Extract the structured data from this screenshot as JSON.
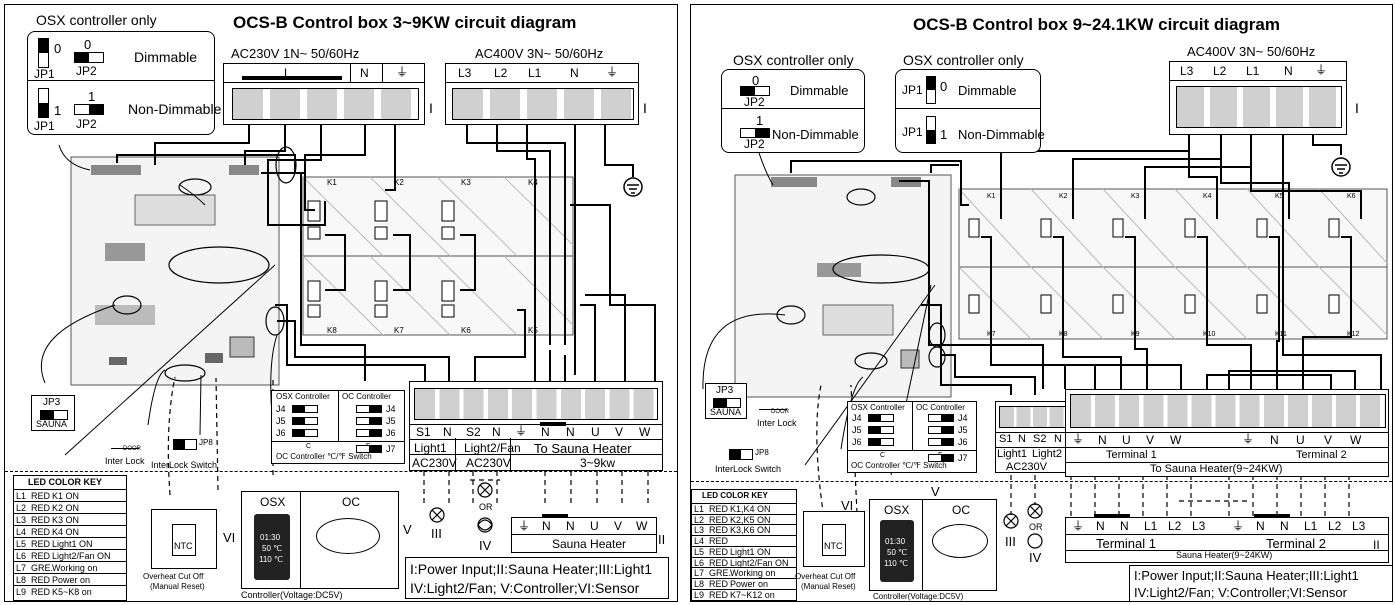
{
  "left": {
    "title": "OCS-B Control  box  3~9KW circuit diagram",
    "osx_only": "OSX controller only",
    "jp_dim_num": "0",
    "jp_nondim_num": "1",
    "jp2_dim_num": "0",
    "jp2_nondim_num": "1",
    "jp1": "JP1",
    "jp2": "JP2",
    "dimmable": "Dimmable",
    "non_dimmable": "Non-Dimmable",
    "ac230": "AC230V  1N~ 50/60Hz",
    "ac400": "AC400V  3N~ 50/60Hz",
    "in230": [
      "L",
      "N",
      "⏚"
    ],
    "in400": [
      "L3",
      "L2",
      "L1",
      "N",
      "⏚"
    ],
    "roman_i": "I",
    "roman_ii": "II",
    "roman_iii": "III",
    "roman_iv": "IV",
    "roman_v": "V",
    "roman_vi": "VI",
    "relays": [
      "K1",
      "K2",
      "K3",
      "K4",
      "K8",
      "K7",
      "K6",
      "K5"
    ],
    "jp3": "JP3",
    "sauna": "SAUNA",
    "door": "DOOR",
    "interlock": "Inter Lock",
    "jp8": "JP8",
    "interlock_switch": "InterLock Switch",
    "osx_controller": "OSX Controller",
    "oc_controller": "OC Controller",
    "j4": "J4",
    "j5": "J5",
    "j6": "J6",
    "j7": "J7",
    "cf_switch": "OC  Controller ℃/℉ Switch",
    "cf_c": "C",
    "cf_f": "F",
    "out_terms": [
      "S1",
      "N",
      "S2",
      "N",
      "⏚",
      "N",
      "N",
      "U",
      "V",
      "W"
    ],
    "light1": "Light1",
    "light2fan": "Light2/Fan",
    "to_heater": "To Sauna Heater",
    "ac230v": "AC230V",
    "kw": "3~9kw",
    "or": "OR",
    "heater_terms": [
      "⏚",
      "N",
      "N",
      "U",
      "V",
      "W"
    ],
    "sauna_heater": "Sauna Heater",
    "led_key_title": "LED COLOR KEY",
    "led_rows": [
      [
        "L1",
        "RED",
        "K1  ON"
      ],
      [
        "L2",
        "RED",
        "K2  ON"
      ],
      [
        "L3",
        "RED",
        "K3  ON"
      ],
      [
        "L4",
        "RED",
        "K4  ON"
      ],
      [
        "L5",
        "RED",
        "Light1  ON"
      ],
      [
        "L6",
        "RED",
        "Light2/Fan  ON"
      ],
      [
        "L7",
        "GRE.",
        "Working  on"
      ],
      [
        "L8",
        "RED",
        "Power  on"
      ],
      [
        "L9",
        "RED",
        "K5~K8  on"
      ]
    ],
    "ntc": "NTC",
    "overheat": "Overheat Cut Off",
    "manual_reset": "(Manual Reset)",
    "osx": "OSX",
    "oc": "OC",
    "screen": [
      "01:30",
      "50 ℃",
      "110 ℃"
    ],
    "controller_voltage": "Controller(Voltage:DC5V)",
    "legend1": "I:Power  Input;II:Sauna  Heater;III:Light1",
    "legend2": "IV:Light2/Fan;  V:Controller;VI:Sensor"
  },
  "right": {
    "title": "OCS-B Control  box 9~24.1KW circuit diagram",
    "osx_only": "OSX controller only",
    "ac400": "AC400V  3N~ 50/60Hz",
    "in400": [
      "L3",
      "L2",
      "L1",
      "N",
      "⏚"
    ],
    "roman_i": "I",
    "roman_ii": "II",
    "roman_iii": "III",
    "roman_iv": "IV",
    "roman_v": "V",
    "roman_vi": "VI",
    "jp1": "JP1",
    "jp2": "JP2",
    "num0": "0",
    "num1": "1",
    "dimmable": "Dimmable",
    "non_dimmable": "Non-Dimmable",
    "relays": [
      "K1",
      "K2",
      "K3",
      "K4",
      "K5",
      "K6",
      "K7",
      "K8",
      "K9",
      "K10",
      "K11",
      "K12"
    ],
    "jp3": "JP3",
    "sauna": "SAUNA",
    "door": "DOOR",
    "interlock": "Inter Lock",
    "jp8": "JP8",
    "interlock_switch": "InterLock Switch",
    "osx_controller": "OSX Controller",
    "oc_controller": "OC Controller",
    "j4": "J4",
    "j5": "J5",
    "j6": "J6",
    "j7": "J7",
    "cf_switch": "OC  Controller ℃/℉ Switch",
    "cf_c": "C",
    "cf_f": "F",
    "out_terms": [
      "S1",
      "N",
      "S2",
      "N"
    ],
    "light1": "Light1",
    "light2": "Light2",
    "ac230v": "AC230V",
    "t1_terms": [
      "⏚",
      "N",
      "U",
      "V",
      "W"
    ],
    "t2_terms": [
      "⏚",
      "N",
      "U",
      "V",
      "W"
    ],
    "terminal1": "Terminal 1",
    "terminal2": "Terminal 2",
    "to_heater": "To Sauna Heater(9~24KW)",
    "or": "OR",
    "heater_terms1": [
      "⏚",
      "N",
      "N",
      "L1",
      "L2",
      "L3"
    ],
    "heater_terms2": [
      "⏚",
      "N",
      "N",
      "L1",
      "L2",
      "L3"
    ],
    "sauna_heater": "Sauna Heater(9~24KW)",
    "led_key_title": "LED COLOR KEY",
    "led_rows": [
      [
        "L1",
        "RED",
        "K1,K4 ON"
      ],
      [
        "L2",
        "RED",
        "K2,K5 ON"
      ],
      [
        "L3",
        "RED",
        "K3,K6 ON"
      ],
      [
        "L4",
        "RED",
        ""
      ],
      [
        "L5",
        "RED",
        "Light1  ON"
      ],
      [
        "L6",
        "RED",
        "Light2/Fan  ON"
      ],
      [
        "L7",
        "GRE.",
        "Working  on"
      ],
      [
        "L8",
        "RED",
        "Power  on"
      ],
      [
        "L9",
        "RED",
        "K7~K12  on"
      ]
    ],
    "ntc": "NTC",
    "overheat": "Overheat Cut Off",
    "manual_reset": "(Manual Reset)",
    "osx": "OSX",
    "oc": "OC",
    "screen": [
      "01:30",
      "50 ℃",
      "110 ℃"
    ],
    "controller_voltage": "Controller(Voltage:DC5V)",
    "legend1": "I:Power  Input;II:Sauna  Heater;III:Light1",
    "legend2": "IV:Light2/Fan;  V:Controller;VI:Sensor"
  }
}
